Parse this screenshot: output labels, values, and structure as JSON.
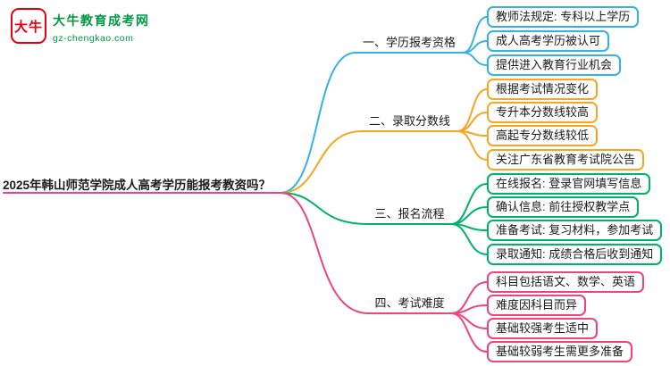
{
  "logo": {
    "mark": "大牛",
    "site_name": "大牛教育成考网",
    "site_url": "gz-chengkao.com",
    "brand_red": "#e60012",
    "brand_green": "#009944"
  },
  "central": {
    "title": "2025年韩山师范学院成人高考学历能报考教资吗？",
    "underline_color": "#f0437f"
  },
  "branches": [
    {
      "label": "一、学历报考资格",
      "color": "#35b1e8",
      "children": [
        {
          "text": "教师法规定: 专科以上学历"
        },
        {
          "text": "成人高考学历被认可"
        },
        {
          "text": "提供进入教育行业机会"
        }
      ]
    },
    {
      "label": "二、录取分数线",
      "color": "#f6a623",
      "children": [
        {
          "text": "根据考试情况变化"
        },
        {
          "text": "专升本分数线较高"
        },
        {
          "text": "高起专分数线较低"
        },
        {
          "text": "关注广东省教育考试院公告"
        }
      ]
    },
    {
      "label": "三、报名流程",
      "color": "#00b26a",
      "children": [
        {
          "text": "在线报名: 登录官网填写信息"
        },
        {
          "text": "确认信息: 前往授权教学点"
        },
        {
          "text": "准备考试: 复习材料，参加考试"
        },
        {
          "text": "录取通知: 成绩合格后收到通知"
        }
      ]
    },
    {
      "label": "四、考试难度",
      "color": "#f0437f",
      "children": [
        {
          "text": "科目包括语文、数学、英语"
        },
        {
          "text": "难度因科目而异"
        },
        {
          "text": "基础较强考生适中"
        },
        {
          "text": "基础较弱考生需更多准备"
        }
      ]
    }
  ]
}
